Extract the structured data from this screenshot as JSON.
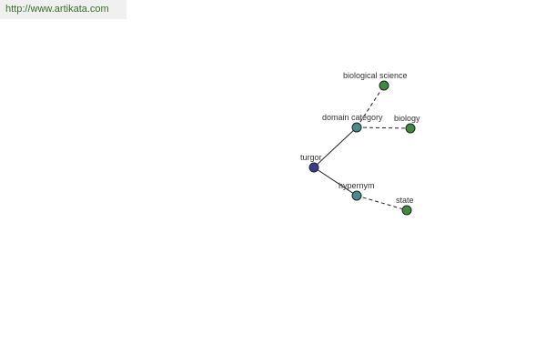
{
  "banner": {
    "url_text": "http://www.artikata.com"
  },
  "colors": {
    "root_node": "#3b3b8f",
    "relation_node": "#4a8a8a",
    "leaf_node": "#3f8a3f",
    "edge": "#222222",
    "banner_text": "#3a6e2a",
    "banner_bg": "#f0f0f0"
  },
  "graph": {
    "nodes": [
      {
        "id": "turgor",
        "label": "turgor",
        "kind": "root"
      },
      {
        "id": "domain_category",
        "label": "domain category",
        "kind": "relation"
      },
      {
        "id": "hypernym",
        "label": "hypernym",
        "kind": "relation"
      },
      {
        "id": "biological_science",
        "label": "biological science",
        "kind": "leaf"
      },
      {
        "id": "biology",
        "label": "biology",
        "kind": "leaf"
      },
      {
        "id": "state",
        "label": "state",
        "kind": "leaf"
      }
    ],
    "edges": [
      {
        "from": "turgor",
        "to": "domain_category",
        "style": "solid"
      },
      {
        "from": "turgor",
        "to": "hypernym",
        "style": "solid"
      },
      {
        "from": "domain_category",
        "to": "biological_science",
        "style": "dashed"
      },
      {
        "from": "domain_category",
        "to": "biology",
        "style": "dashed"
      },
      {
        "from": "hypernym",
        "to": "state",
        "style": "dashed"
      }
    ]
  }
}
